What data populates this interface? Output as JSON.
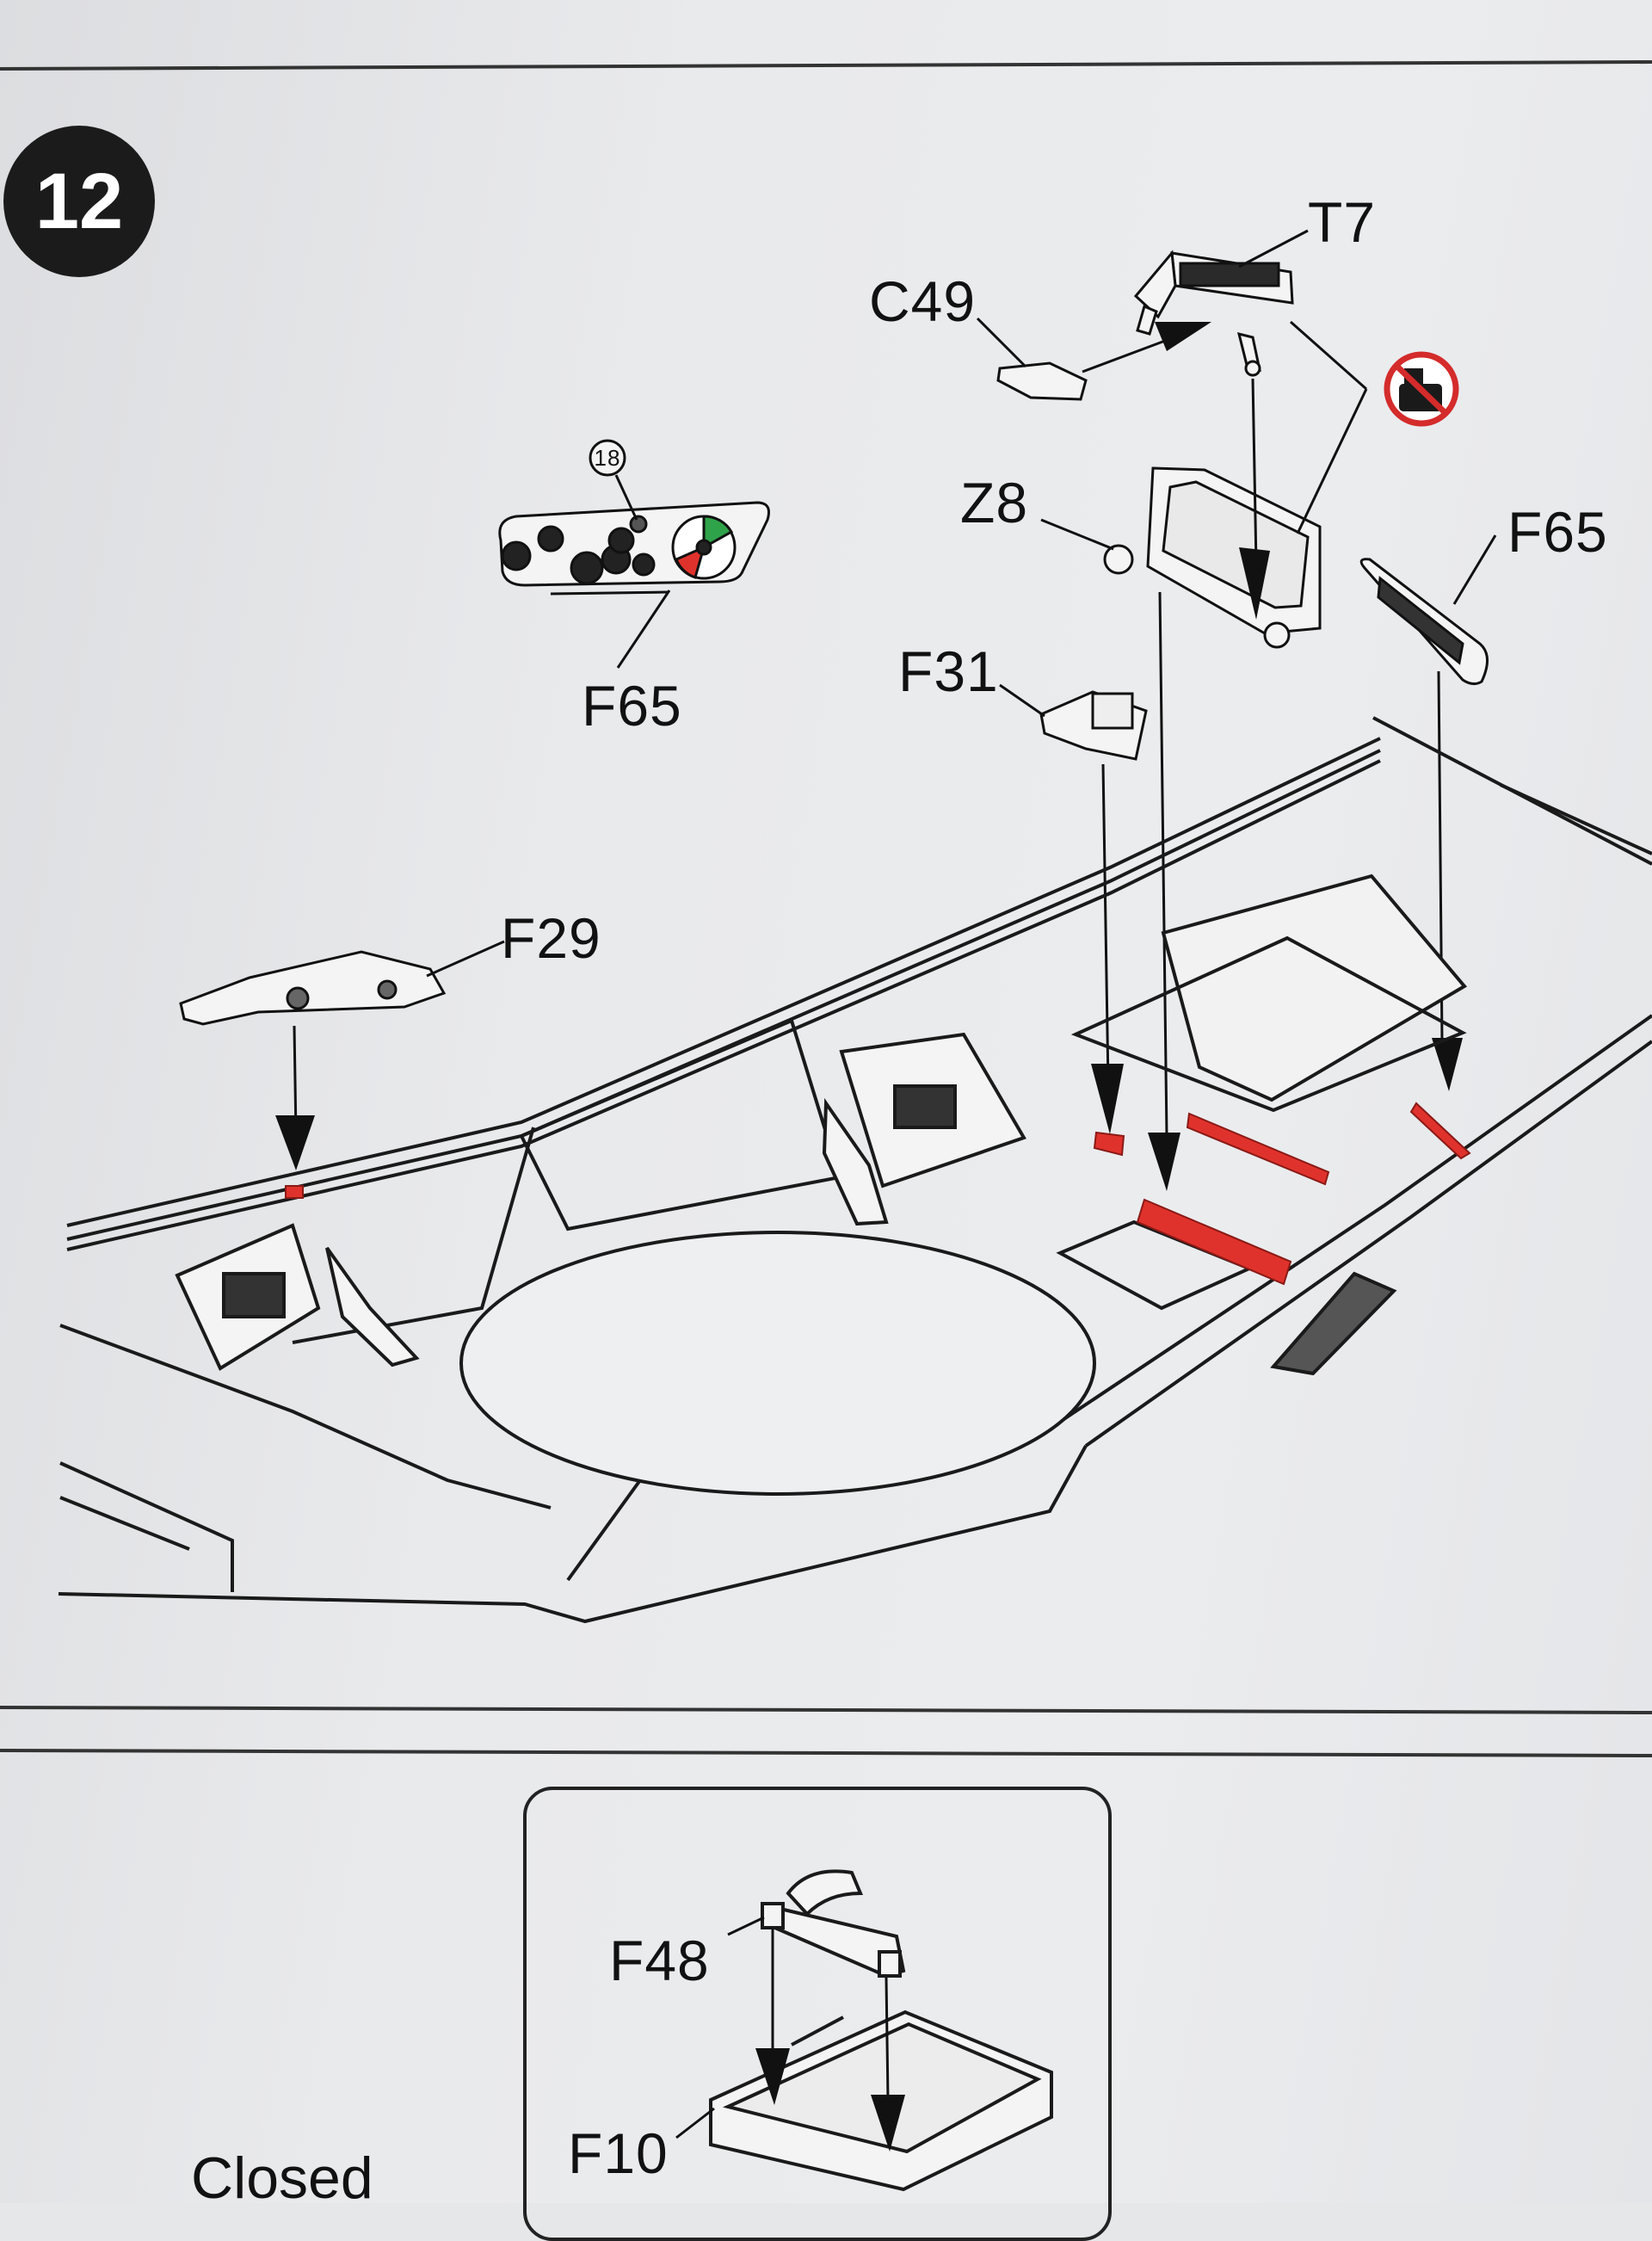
{
  "step": {
    "number": "12"
  },
  "labels": {
    "t7": "T7",
    "c49": "C49",
    "z8": "Z8",
    "f65_top_right": "F65",
    "f65_panel": "F65",
    "f31": "F31",
    "f29": "F29",
    "decal_number": "18"
  },
  "inset": {
    "f48": "F48",
    "f10": "F10"
  },
  "caption": {
    "closed": "Closed"
  },
  "colors": {
    "highlight": "#e0322c",
    "line": "#1a1a1a",
    "gauge_green": "#2fa34a",
    "no_glue": "#d42b2b"
  },
  "icons": {
    "no_glue": "no-glue-icon"
  }
}
